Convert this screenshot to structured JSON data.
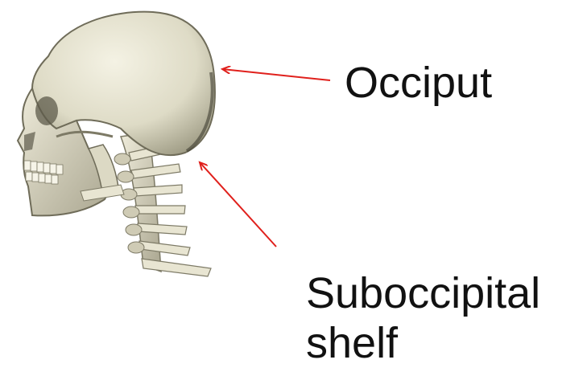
{
  "labels": {
    "occiput": "Occiput",
    "suboccipital_line1": "Suboccipital",
    "suboccipital_line2": "shelf"
  },
  "colors": {
    "arrow": "#e0201c",
    "bone": "#e6e3cf",
    "bone_shadow": "#8f8c78",
    "text": "#111111"
  },
  "illustration": {
    "subject": "lateral view of human skull with cervical spine",
    "icon": "skull-spine-illustration"
  }
}
